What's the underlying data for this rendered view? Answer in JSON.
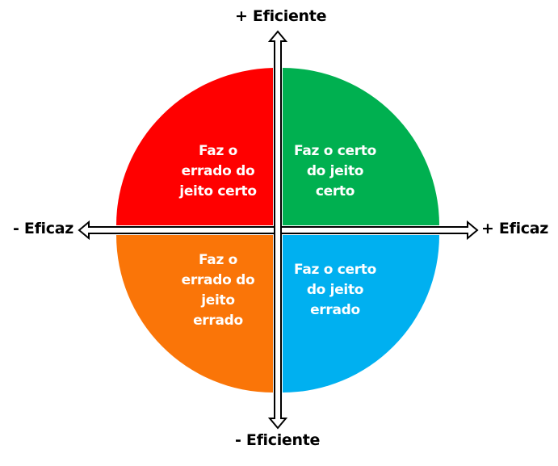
{
  "axes": {
    "top": "+ Eficiente",
    "bottom": "- Eficiente",
    "left": "- Eficaz",
    "right": "+ Eficaz"
  },
  "quadrants": {
    "top_left": {
      "lines": [
        "Faz o",
        "errado do",
        "jeito certo"
      ],
      "color": "#FF0000"
    },
    "top_right": {
      "lines": [
        "Faz o certo",
        "do jeito",
        "certo"
      ],
      "color": "#00B050"
    },
    "bottom_left": {
      "lines": [
        "Faz o",
        "errado do",
        "jeito",
        "errado"
      ],
      "color": "#FA7508"
    },
    "bottom_right": {
      "lines": [
        "Faz o certo",
        "do jeito",
        "errado"
      ],
      "color": "#00B0F0"
    }
  }
}
